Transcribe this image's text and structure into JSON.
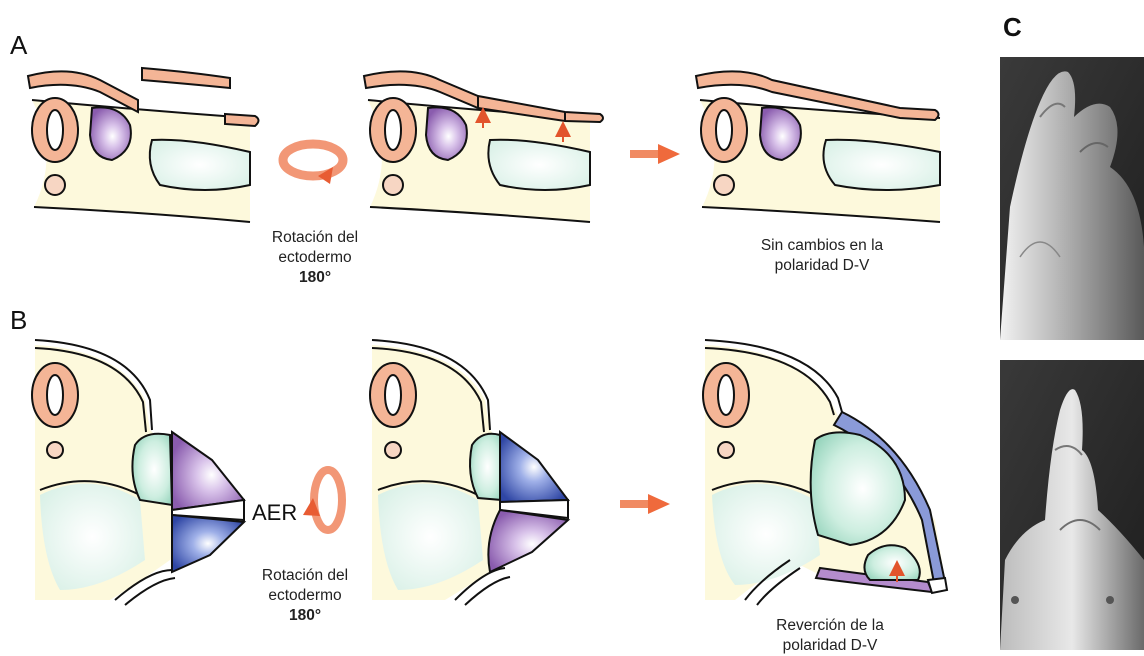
{
  "panels": {
    "a": {
      "label": "A",
      "caption_rotation": [
        "Rotación del",
        "ectodermo",
        "180°"
      ],
      "caption_result": [
        "Sin cambios en la",
        "polaridad D-V"
      ]
    },
    "b": {
      "label": "B",
      "aer_label": "AER",
      "caption_rotation": [
        "Rotación del",
        "ectodermo",
        "180°"
      ],
      "caption_result": [
        "Reverción de la",
        "polaridad D-V"
      ]
    },
    "c": {
      "label": "C"
    }
  },
  "colors": {
    "ectoderm": "#f4b596",
    "mesoderm": "#fdf9dc",
    "somite": "#f4b596",
    "dorsal_purple": "#9a6fb8",
    "ventral_blue": "#4a5fb3",
    "mesenchyme_green": "#a9ddc9",
    "arrow": "#ef6a3c"
  }
}
